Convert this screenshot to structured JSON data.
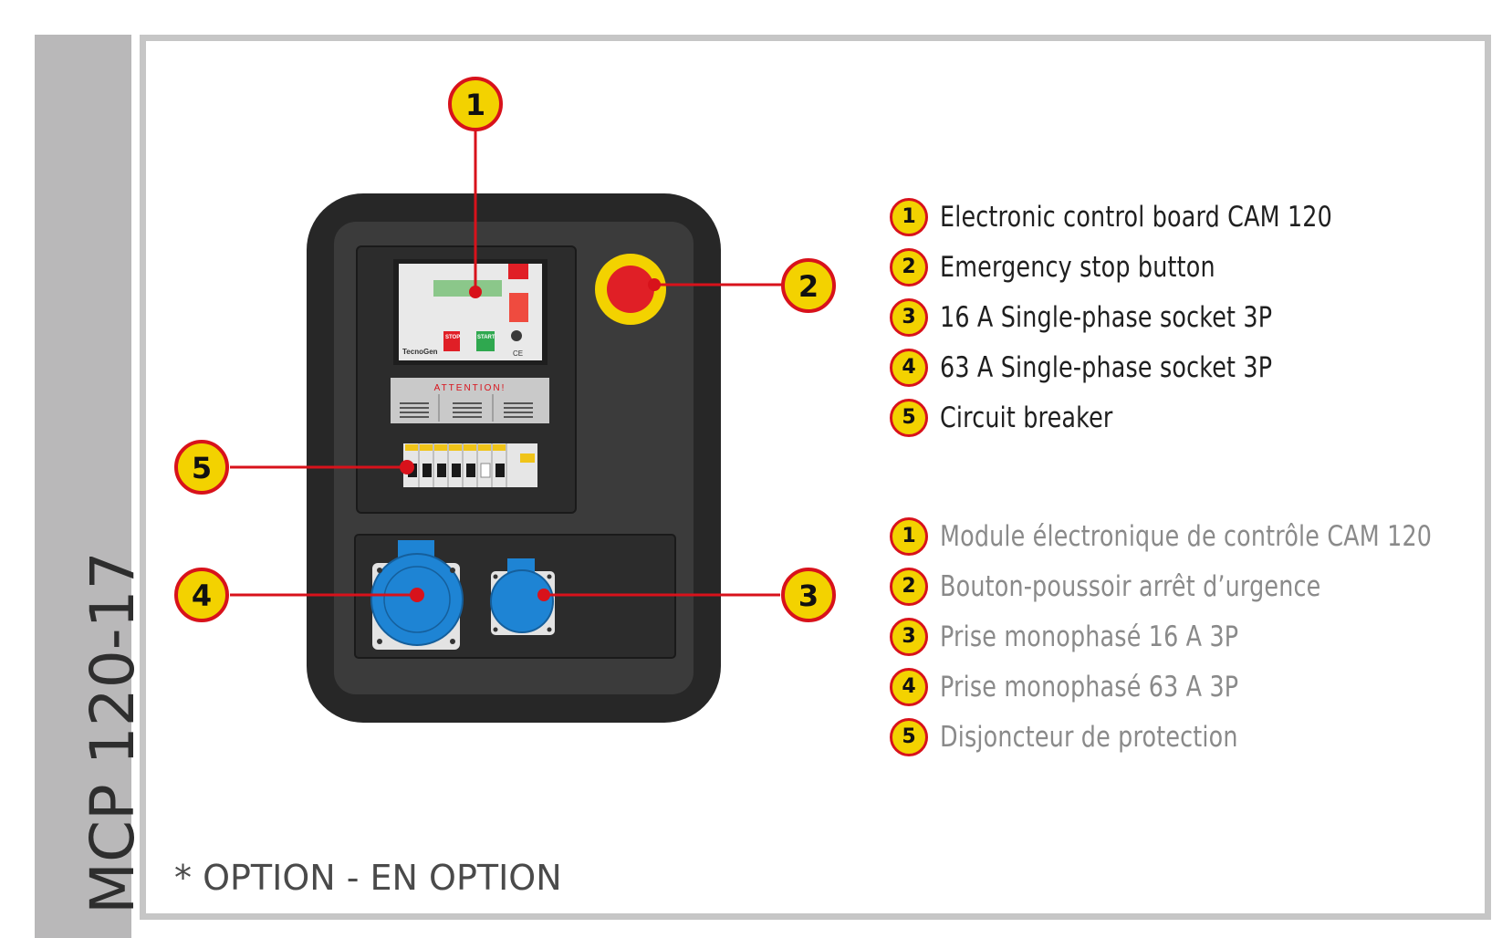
{
  "sidebar": {
    "title": "MCP 120-17"
  },
  "footnote": "* OPTION - EN OPTION",
  "panel": {
    "warning_label": "ATTENTION!",
    "controller": {
      "brand": "TecnoGen",
      "stop_label": "STOP",
      "start_label": "START",
      "ce_mark": "CE"
    }
  },
  "callouts": [
    {
      "number": "1",
      "target": "control-board"
    },
    {
      "number": "2",
      "target": "emergency-stop"
    },
    {
      "number": "3",
      "target": "socket-16a"
    },
    {
      "number": "4",
      "target": "socket-63a"
    },
    {
      "number": "5",
      "target": "circuit-breaker"
    }
  ],
  "legend_en": [
    {
      "number": "1",
      "text": "Electronic control board CAM 120"
    },
    {
      "number": "2",
      "text": "Emergency stop button"
    },
    {
      "number": "3",
      "text": "16 A Single-phase socket 3P"
    },
    {
      "number": "4",
      "text": "63 A Single-phase socket 3P"
    },
    {
      "number": "5",
      "text": "Circuit breaker"
    }
  ],
  "legend_fr": [
    {
      "number": "1",
      "text": "Module électronique de contrôle CAM 120"
    },
    {
      "number": "2",
      "text": "Bouton-poussoir arrêt d’urgence"
    },
    {
      "number": "3",
      "text": "Prise monophasé 16 A 3P"
    },
    {
      "number": "4",
      "text": "Prise monophasé 63 A 3P"
    },
    {
      "number": "5",
      "text": "Disjoncteur de protection"
    }
  ],
  "colors": {
    "badge_fill": "#f3d200",
    "badge_stroke": "#d8121b",
    "leader_line": "#d8121b",
    "panel_dark": "#2d2d2d",
    "socket_blue": "#1e84d4",
    "stop_red": "#e01f26"
  }
}
